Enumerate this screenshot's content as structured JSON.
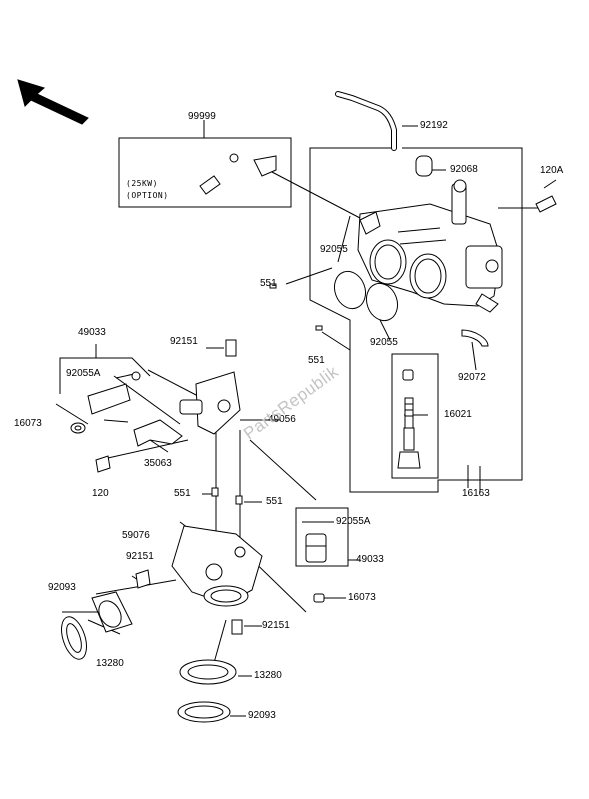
{
  "labels": {
    "p99999": "99999",
    "p92192": "92192",
    "p92068": "92068",
    "p120a": "120A",
    "p92055_a": "92055",
    "p551_a": "551",
    "p92055_b": "92055",
    "p551_b": "551",
    "p92072": "92072",
    "p16021": "16021",
    "p49033_a": "49033",
    "p92151_a": "92151",
    "p92055a_a": "92055A",
    "p16073_a": "16073",
    "p49056": "49056",
    "p35063": "35063",
    "p120": "120",
    "p551_c": "551",
    "p551_d": "551",
    "p16163": "16163",
    "p92055a_b": "92055A",
    "p59076": "59076",
    "p49033_b": "49033",
    "p92151_b": "92151",
    "p92093_a": "92093",
    "p16073_b": "16073",
    "p92151_c": "92151",
    "p13280_a": "13280",
    "p13280_b": "13280",
    "p92093_b": "92093"
  },
  "option_note": {
    "line1": "(25KW)",
    "line2": "(OPTION)"
  },
  "watermark": "PartsRepublik",
  "colors": {
    "ink": "#000000",
    "paper": "#ffffff",
    "watermark": "#c4c4c4"
  }
}
